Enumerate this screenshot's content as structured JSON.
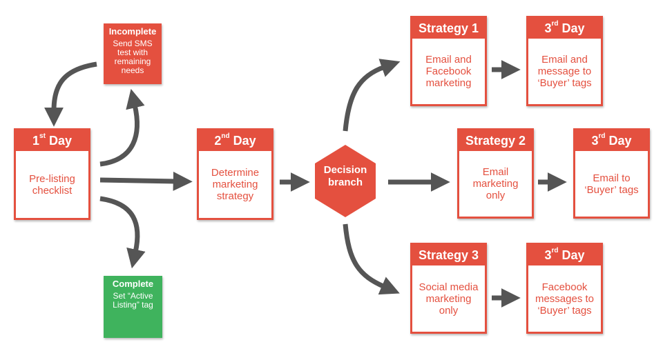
{
  "day1": {
    "title": "1",
    "sup": "st",
    "title_suffix": " Day",
    "body": "Pre-listing checklist"
  },
  "incomplete": {
    "title": "Incomplete",
    "body": "Send SMS test with remaining needs"
  },
  "complete": {
    "title": "Complete",
    "body": "Set “Active Listing” tag"
  },
  "day2": {
    "title": "2",
    "sup": "nd",
    "title_suffix": " Day",
    "body": "Determine marketing strategy"
  },
  "decision": {
    "label": "Decision branch"
  },
  "strategy1": {
    "title": "Strategy 1",
    "body": "Email and Facebook marketing"
  },
  "strategy2": {
    "title": "Strategy 2",
    "body": "Email marketing only"
  },
  "strategy3": {
    "title": "Strategy 3",
    "body": "Social media marketing only"
  },
  "day3a": {
    "title": "3",
    "sup": "rd",
    "title_suffix": " Day",
    "body": "Email and message to ‘Buyer’ tags"
  },
  "day3b": {
    "title": "3",
    "sup": "rd",
    "title_suffix": " Day",
    "body": "Email to ‘Buyer’ tags"
  },
  "day3c": {
    "title": "3",
    "sup": "rd",
    "title_suffix": " Day",
    "body": "Facebook messages to ‘Buyer’ tags"
  },
  "colors": {
    "card": "#e4503f",
    "complete": "#3fb35d",
    "arrow": "#555555"
  }
}
